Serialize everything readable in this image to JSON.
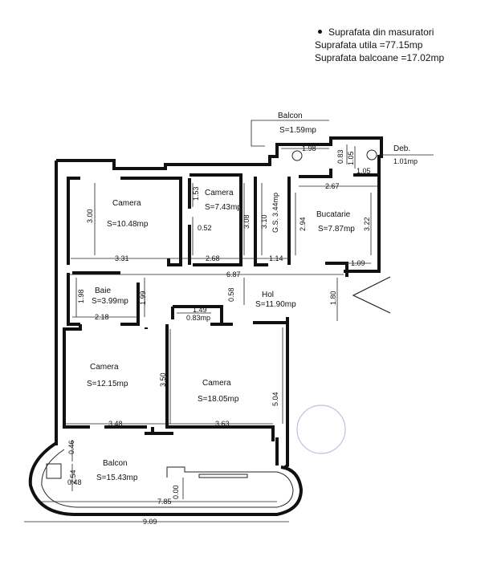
{
  "summary": {
    "title": "Suprafata din masuratori",
    "useful_area": "Suprafata utila =77.15mp",
    "balcony_area": "Suprafata balcoane =17.02mp"
  },
  "rooms": {
    "camera1": {
      "name": "Camera",
      "area": "S=10.48mp"
    },
    "camera2": {
      "name": "Camera",
      "area": "S=7.43mp"
    },
    "gs": {
      "name": "G.S.",
      "area": "3.44mp"
    },
    "bucatarie": {
      "name": "Bucatarie",
      "area": "S=7.87mp"
    },
    "baie": {
      "name": "Baie",
      "area": "S=3.99mp"
    },
    "hol": {
      "name": "Hol",
      "area": "S=11.90mp"
    },
    "closet": {
      "area": "0.83mp"
    },
    "camera3": {
      "name": "Camera",
      "area": "S=12.15mp"
    },
    "camera4": {
      "name": "Camera",
      "area": "S=18.05mp"
    },
    "balcon_top": {
      "name": "Balcon",
      "area": "S=1.59mp"
    },
    "balcon_bottom": {
      "name": "Balcon",
      "area": "S=15.43mp"
    },
    "deb": {
      "name": "Deb.",
      "area": "1.01mp"
    }
  },
  "dimensions": {
    "d_331": "3.31",
    "d_268": "2.68",
    "d_114": "1.14",
    "d_109": "1.09",
    "d_687": "6.87",
    "d_218": "2.18",
    "d_149": "1.49",
    "d_348": "3.48",
    "d_363": "3.63",
    "d_785": "7.85",
    "d_909": "9.09",
    "d_267": "2.67",
    "d_198t": "1.98",
    "d_105h": "1.05",
    "d_300": "3.00",
    "d_153": "1.53",
    "d_052": "0.52",
    "d_308": "3.08",
    "d_310": "3.10",
    "d_294": "2.94",
    "d_322": "3.22",
    "d_198v": "1.98",
    "d_199": "1.99",
    "d_058": "0.58",
    "d_180": "1.80",
    "d_350": "3.50",
    "d_504": "5.04",
    "d_046": "0.46",
    "d_254": "2.54",
    "d_048": "0.48",
    "d_000": "0.00",
    "d_083": "0.83",
    "d_105v": "1.05"
  }
}
